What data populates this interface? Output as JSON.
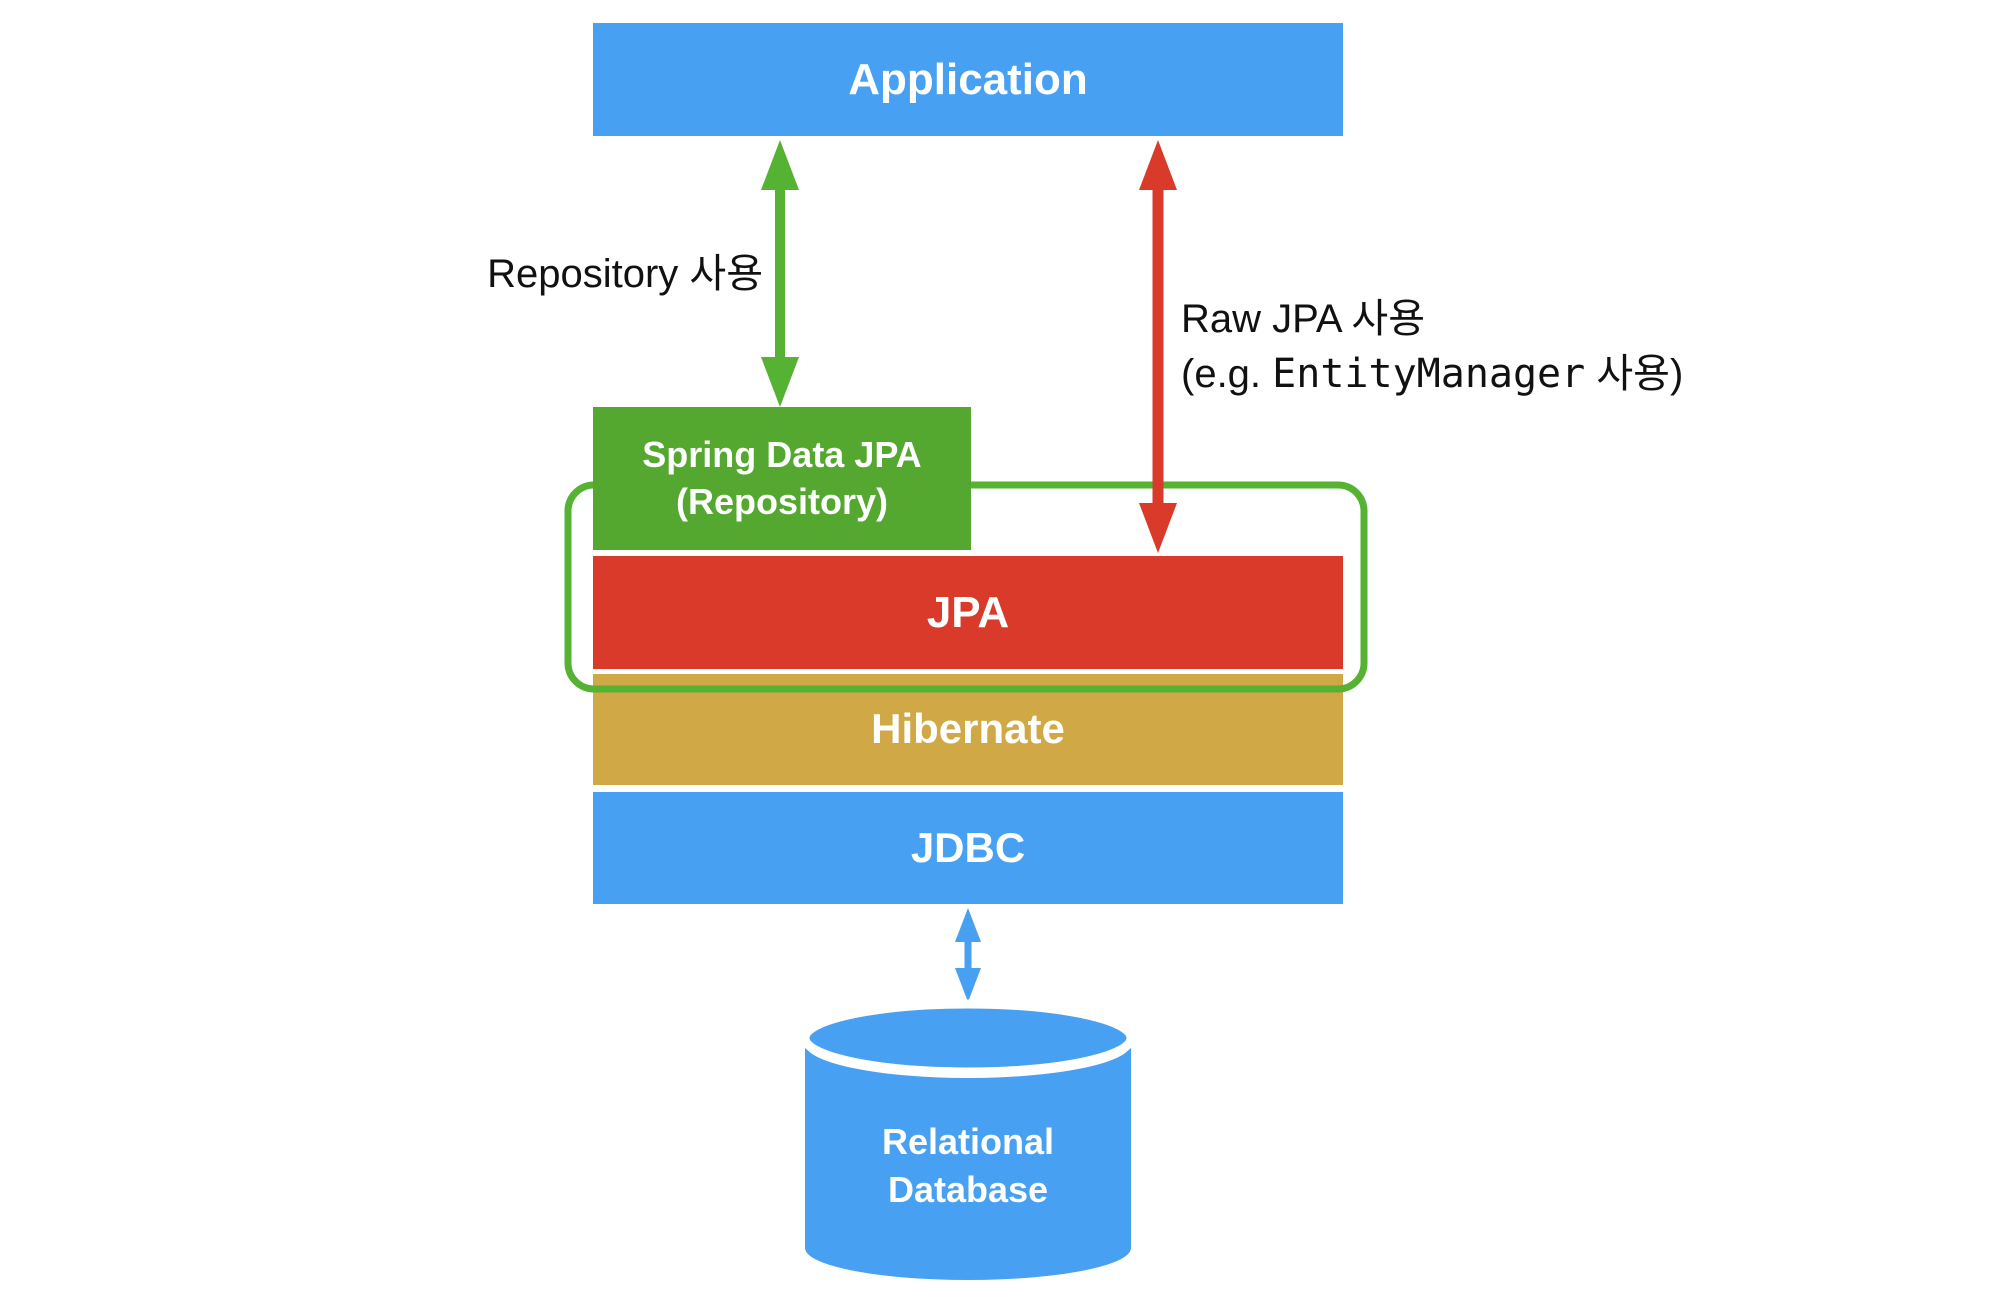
{
  "diagram": {
    "title": "Spring Data JPA architecture diagram",
    "boxes": {
      "application": {
        "label": "Application"
      },
      "spring_data_jpa": {
        "label_line1": "Spring Data JPA",
        "label_line2": "(Repository)"
      },
      "jpa": {
        "label": "JPA"
      },
      "hibernate": {
        "label": "Hibernate"
      },
      "jdbc": {
        "label": "JDBC"
      },
      "database": {
        "label_line1": "Relational",
        "label_line2": "Database"
      }
    },
    "labels": {
      "repository_usage": "Repository 사용",
      "raw_jpa_usage": "Raw JPA 사용",
      "raw_jpa_detail_prefix": "(e.g. ",
      "raw_jpa_detail_code": "EntityManager",
      "raw_jpa_detail_suffix": " 사용)"
    },
    "colors": {
      "box_blue": "#47A0F2",
      "box_green": "#54A82F",
      "box_red": "#D93A29",
      "box_gold": "#D0A845",
      "outline_green": "#55B232",
      "arrow_green": "#55B232",
      "arrow_red": "#D93A29",
      "arrow_blue": "#47A0F2",
      "box_text": "#FFFFFF",
      "label_text": "#111111"
    }
  }
}
